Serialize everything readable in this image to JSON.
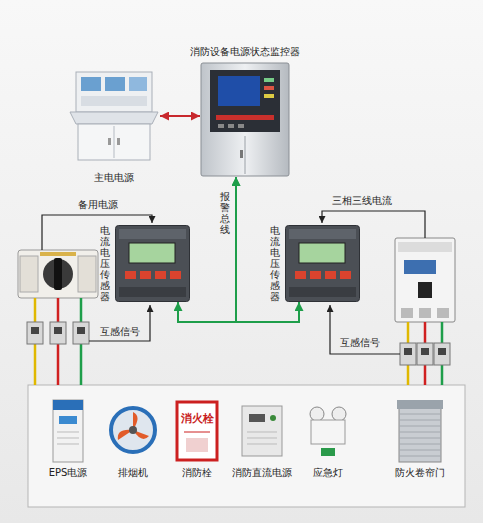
{
  "diagram": {
    "nodes": [
      {
        "text": [
          "消防设备电源状态监控器"
        ]
      },
      {
        "text": [
          "主电电源"
        ]
      },
      {
        "text": [
          "电流电压传感器"
        ]
      },
      {
        "text": [
          "电流电压传感器"
        ]
      },
      {
        "text": [
          "EPS电源"
        ]
      },
      {
        "text": [
          "排烟机"
        ]
      },
      {
        "text": [
          "消防栓"
        ]
      },
      {
        "text": [
          "消防直流电源"
        ]
      },
      {
        "text": [
          "应急灯"
        ]
      },
      {
        "text": [
          "防火卷帘门"
        ]
      }
    ],
    "edges": [
      {
        "from": 1,
        "to": 0,
        "arrow": "both"
      },
      {
        "from": 2,
        "to": 0,
        "arrow": "both",
        "label": "报警总线"
      },
      {
        "from": 3,
        "to": 0,
        "arrow": "both"
      }
    ],
    "labels": [
      "备用电源",
      "三相三线电流",
      "互感信号",
      "互感信号",
      "消火栓"
    ]
  }
}
